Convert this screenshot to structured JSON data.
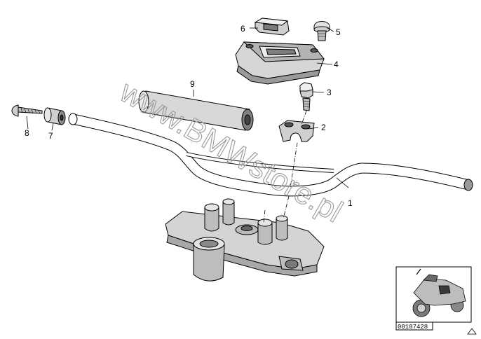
{
  "watermark": "www.BMWstore.pl",
  "image_code": "00187428",
  "parts": [
    {
      "number": "1",
      "name": "handlebar-tube"
    },
    {
      "number": "2",
      "name": "lower-clamp"
    },
    {
      "number": "3",
      "name": "hex-bolt"
    },
    {
      "number": "4",
      "name": "upper-clamp"
    },
    {
      "number": "5",
      "name": "cap-screw"
    },
    {
      "number": "6",
      "name": "cover-clip"
    },
    {
      "number": "7",
      "name": "bar-end-sleeve"
    },
    {
      "number": "8",
      "name": "bar-end-screw"
    },
    {
      "number": "9",
      "name": "grip-tube"
    }
  ],
  "colors": {
    "line": "#000000",
    "fill": "#d6d6d6",
    "shade": "#9e9e9e",
    "dark": "#5a5a5a"
  }
}
